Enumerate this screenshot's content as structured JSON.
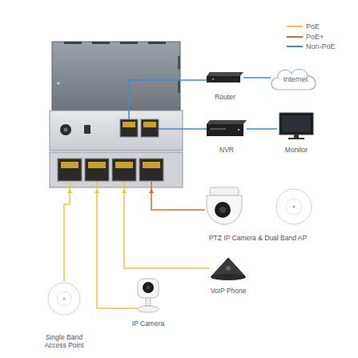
{
  "diagram": {
    "nodes": [
      {
        "text": [
          "Internet"
        ]
      },
      {
        "text": [
          "Router"
        ]
      },
      {
        "text": [
          "NVR"
        ]
      },
      {
        "text": [
          "Monitor"
        ]
      },
      {
        "text": [
          "PTZ IP Camera & Dual Band AP"
        ]
      },
      {
        "text": [
          "VoIP Phone"
        ]
      },
      {
        "text": [
          "Single Band Access Point"
        ]
      },
      {
        "text": [
          "IP Camera"
        ]
      }
    ],
    "edges": [
      {
        "from": 1,
        "to": 0,
        "arrow": "none"
      },
      {
        "from": 2,
        "to": 3,
        "arrow": "none"
      }
    ],
    "legend": [
      {
        "text": "PoE",
        "color": "#f2c531"
      },
      {
        "text": "PoE+",
        "color": "#d9692a"
      },
      {
        "text": "Non-PoE",
        "color": "#3a8fd0"
      }
    ]
  }
}
